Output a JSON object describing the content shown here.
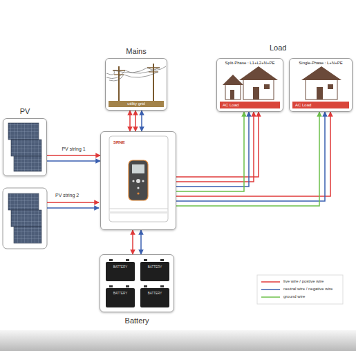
{
  "diagram": {
    "nodes": [
      {
        "text": [
          "Mains",
          "utility grid"
        ]
      },
      {
        "text": [
          "Split-Phase : L1+L2+N+PE",
          "AC Load"
        ]
      },
      {
        "text": [
          "Single-Phase : L+N+PE",
          "AC Load"
        ]
      },
      {
        "text": [
          "PV"
        ]
      },
      {
        "text": [
          "SRNE"
        ]
      },
      {
        "text": [
          "Battery"
        ]
      },
      {
        "text": [
          "BATTERY"
        ],
        "in": 5
      },
      {
        "text": [
          "BATTERY"
        ],
        "in": 5
      },
      {
        "text": [
          "BATTERY"
        ],
        "in": 5
      },
      {
        "text": [
          "BATTERY"
        ],
        "in": 5
      }
    ],
    "edges": [
      {
        "from": 0,
        "to": 4,
        "arrow": "both"
      },
      {
        "from": 3,
        "to": 4,
        "label": "PV string 1",
        "arrow": "to"
      },
      {
        "from": 4,
        "to": 5,
        "arrow": "both"
      },
      {
        "from": 4,
        "to": 1,
        "arrow": "to"
      },
      {
        "from": 4,
        "to": 2,
        "arrow": "to"
      }
    ],
    "labels": [
      "Load",
      "PV string 2"
    ],
    "legend": [
      {
        "text": "live wire / postive wire"
      },
      {
        "text": "neutral wire / negative wire"
      },
      {
        "text": "ground wire"
      }
    ]
  }
}
